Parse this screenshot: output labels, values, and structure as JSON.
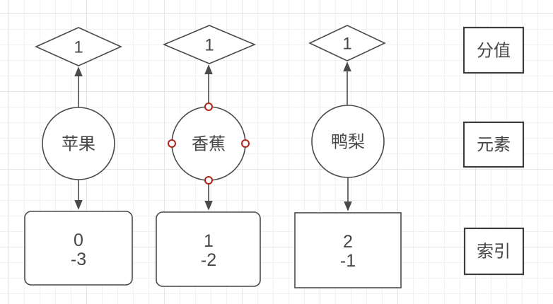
{
  "diagram_title": "sorted-set-structure-diagram",
  "colors": {
    "shape_stroke": "#4a4a4a",
    "text": "#474747",
    "connection_point": "#b02318",
    "grid_minor": "#f1f1f1",
    "grid_major": "#e6e6e6",
    "shape_fill": "#ffffff"
  },
  "columns": [
    {
      "score": "1",
      "element": "苹果",
      "index": "0",
      "neg_index": "-3"
    },
    {
      "score": "1",
      "element": "香蕉",
      "index": "1",
      "neg_index": "-2"
    },
    {
      "score": "1",
      "element": "鸭梨",
      "index": "2",
      "neg_index": "-1"
    }
  ],
  "legend": {
    "score_label": "分值",
    "element_label": "元素",
    "index_label": "索引"
  }
}
